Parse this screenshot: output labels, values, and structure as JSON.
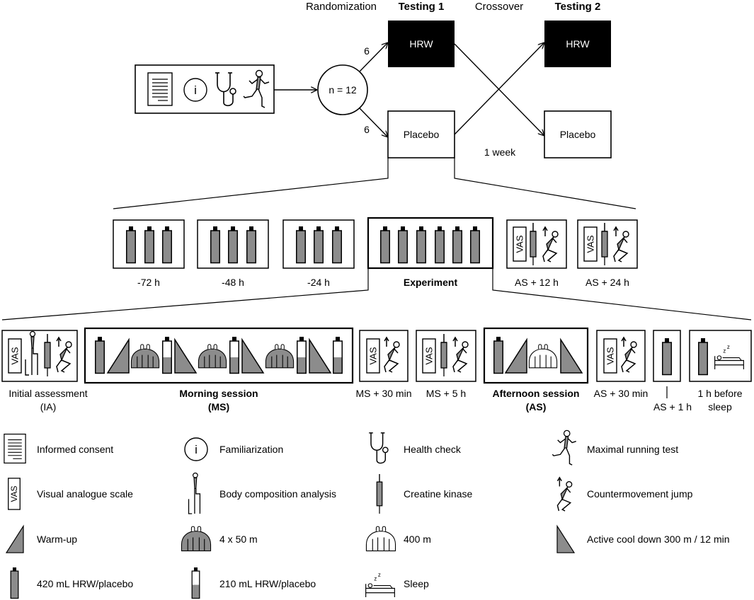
{
  "flow": {
    "randomization": "Randomization",
    "testing1": "Testing 1",
    "crossover": "Crossover",
    "testing2": "Testing 2",
    "n": "n = 12",
    "group_top_count": "6",
    "group_bottom_count": "6",
    "hrw_1": "HRW",
    "placebo_1": "Placebo",
    "hrw_2": "HRW",
    "placebo_2": "Placebo",
    "washout": "1 week"
  },
  "timeline": {
    "minus72": "-72 h",
    "minus48": "-48 h",
    "minus24": "-24 h",
    "experiment": "Experiment",
    "as12": "AS + 12 h",
    "as24": "AS + 24 h",
    "vas": "VAS"
  },
  "session": {
    "ia_line1": "Initial assessment",
    "ia_line2": "(IA)",
    "ms_line1": "Morning session",
    "ms_line2": "(MS)",
    "ms30": "MS + 30 min",
    "ms5h": "MS + 5 h",
    "as_line1": "Afternoon session",
    "as_line2": "(AS)",
    "as30": "AS + 30 min",
    "as1h": "AS + 1 h",
    "sleep_line1": "1 h before",
    "sleep_line2": "sleep"
  },
  "legend": {
    "informed_consent": "Informed consent",
    "familiarization": "Familiarization",
    "familiarization_symbol": "i",
    "health_check": "Health check",
    "maximal_running_test": "Maximal running test",
    "visual_analogue_scale": "Visual analogue scale",
    "body_composition": "Body composition analysis",
    "creatine_kinase": "Creatine kinase",
    "countermovement_jump": "Countermovement jump",
    "warm_up": "Warm-up",
    "sprint_4x50": "4 x 50 m",
    "run_400": "400 m",
    "cool_down": "Active cool down 300 m / 12 min",
    "hrw_420": "420 mL HRW/placebo",
    "hrw_210": "210 mL HRW/placebo",
    "sleep": "Sleep",
    "sleep_z": "z"
  },
  "colors": {
    "bottle_fill": "#8c8c8c",
    "black_box": "#000000"
  }
}
